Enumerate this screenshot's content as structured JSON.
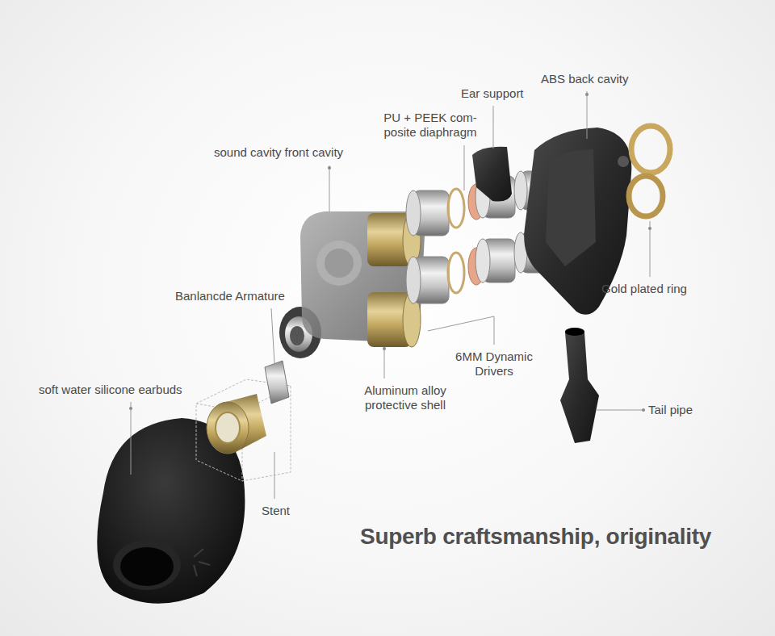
{
  "diagram": {
    "caption": "Superb craftsmanship, originality",
    "labels": [
      "ABS back cavity",
      "Ear support",
      "PU + PEEK com- posite diaphragm",
      "sound cavity front cavity",
      "Banlancde Armature",
      "Gold plated ring",
      "6MM Dynamic Drivers",
      "soft water silicone earbuds",
      "Aluminum alloy protective shell",
      "Tail pipe",
      "Stent"
    ]
  }
}
